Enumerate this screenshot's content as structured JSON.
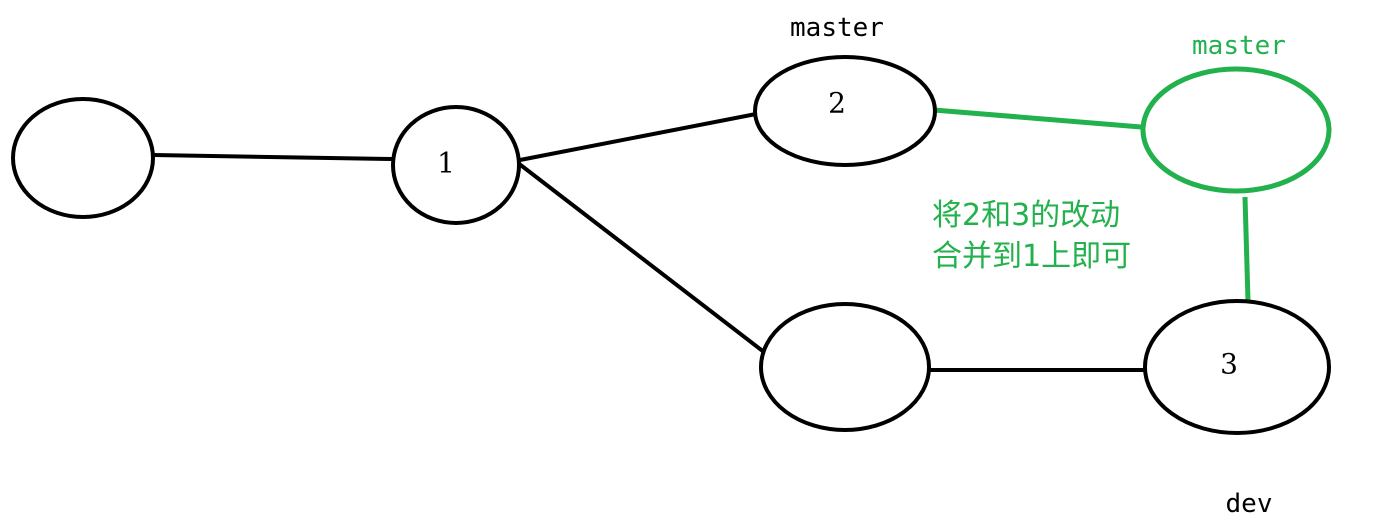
{
  "colors": {
    "ink": "#000000",
    "accent": "#22b14c",
    "background": "#ffffff"
  },
  "nodes": {
    "root": {
      "label": ""
    },
    "n1": {
      "label": "1"
    },
    "n2": {
      "label": "2"
    },
    "lower": {
      "label": ""
    },
    "n3": {
      "label": "3"
    },
    "merge": {
      "label": ""
    }
  },
  "branch_labels": {
    "master_old": "master",
    "master_new": "master",
    "dev": "dev"
  },
  "note": {
    "line1": "将2和3的改动",
    "line2": "合并到1上即可"
  }
}
